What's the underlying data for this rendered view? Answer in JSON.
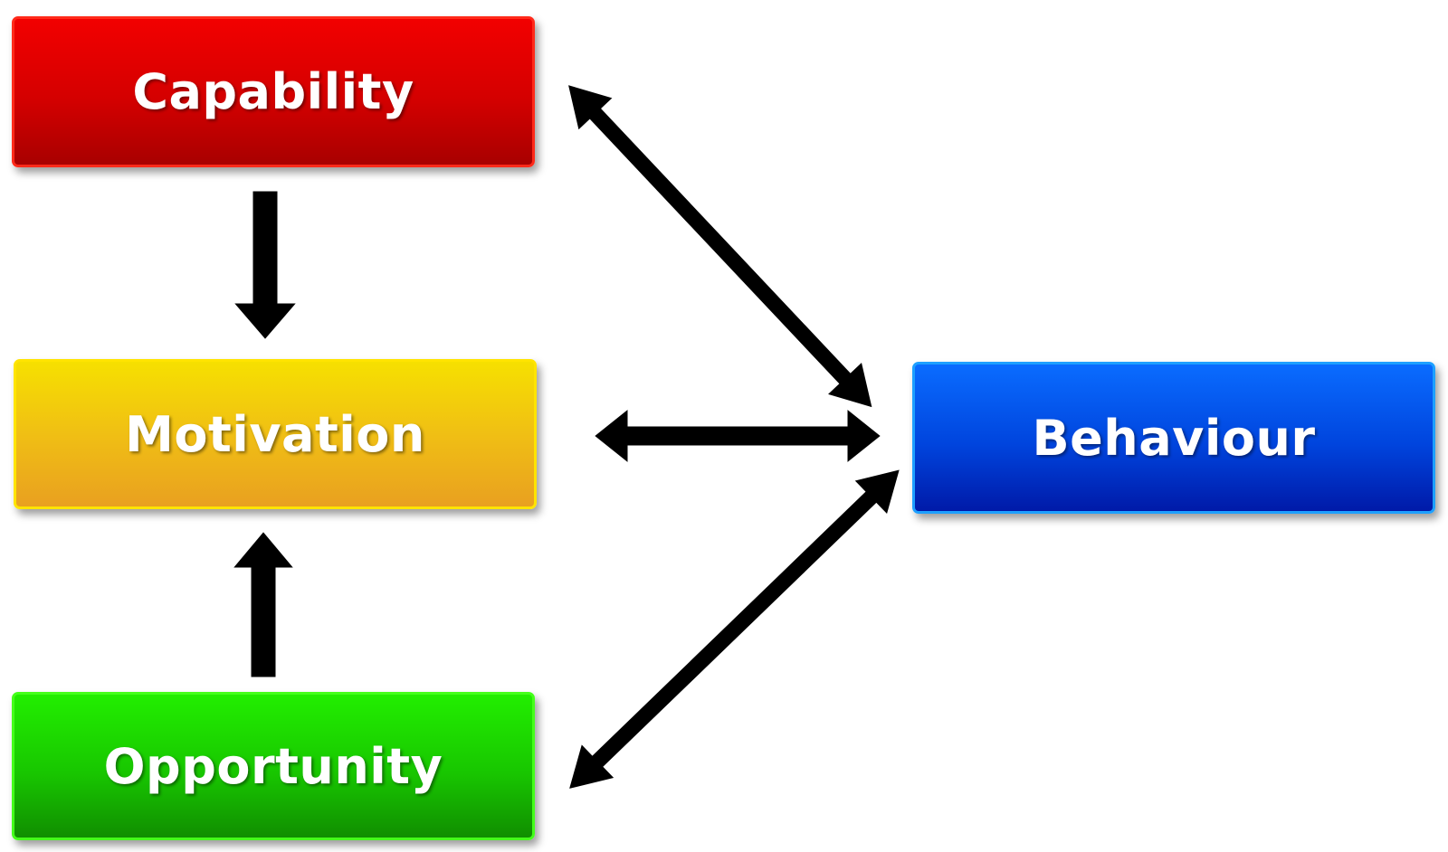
{
  "nodes": {
    "capability": "Capability",
    "motivation": "Motivation",
    "opportunity": "Opportunity",
    "behaviour": "Behaviour"
  },
  "edges": [
    {
      "from": "Capability",
      "to": "Motivation",
      "direction": "one-way"
    },
    {
      "from": "Opportunity",
      "to": "Motivation",
      "direction": "one-way"
    },
    {
      "from": "Capability",
      "to": "Behaviour",
      "direction": "two-way"
    },
    {
      "from": "Motivation",
      "to": "Behaviour",
      "direction": "two-way"
    },
    {
      "from": "Opportunity",
      "to": "Behaviour",
      "direction": "two-way"
    }
  ],
  "colors": {
    "capability": "#e00000",
    "motivation": "#f0b818",
    "opportunity": "#1cd600",
    "behaviour": "#0050e8",
    "arrow": "#000000"
  }
}
